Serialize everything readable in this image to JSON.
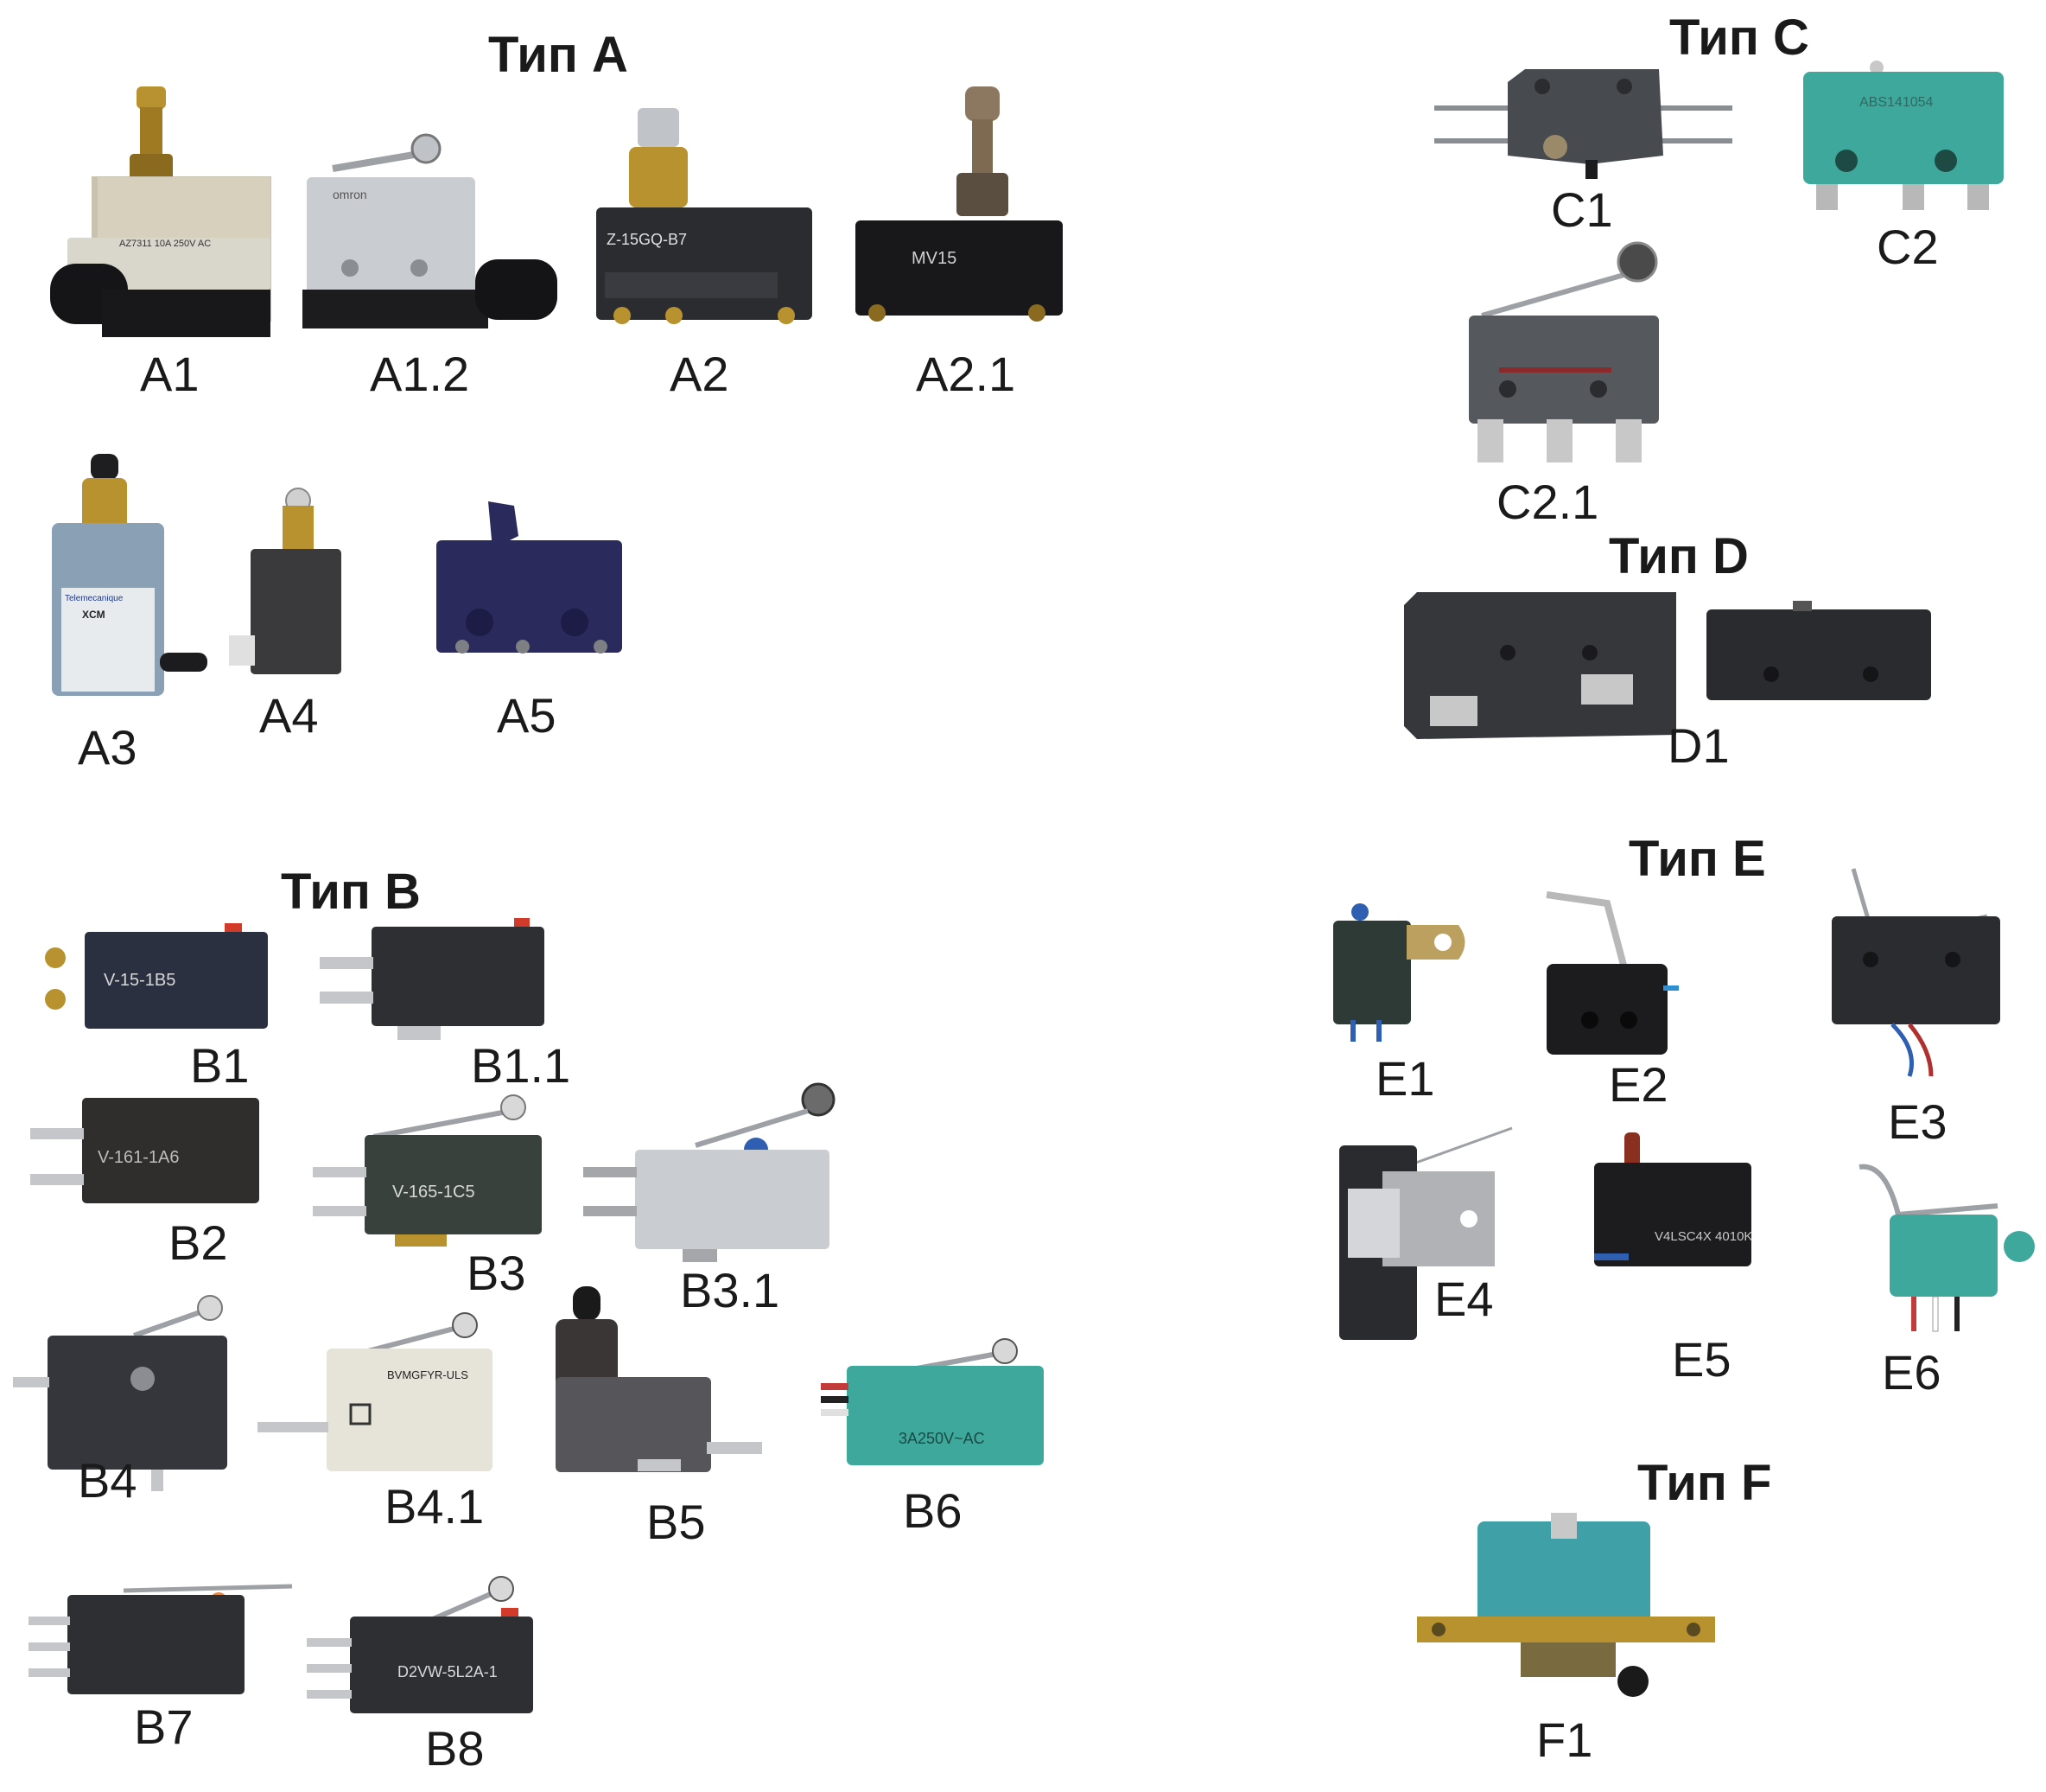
{
  "headings": {
    "type_a": "Тип A",
    "type_b": "Тип B",
    "type_c": "Тип C",
    "type_d": "Тип D",
    "type_e": "Тип E",
    "type_f": "Тип F"
  },
  "labels": {
    "a1": "A1",
    "a1_2": "A1.2",
    "a2": "A2",
    "a2_1": "A2.1",
    "a3": "A3",
    "a4": "A4",
    "a5": "A5",
    "b1": "B1",
    "b1_1": "B1.1",
    "b2": "B2",
    "b3": "B3",
    "b3_1": "B3.1",
    "b4": "B4",
    "b4_1": "B4.1",
    "b5": "B5",
    "b6": "B6",
    "b7": "B7",
    "b8": "B8",
    "c1": "C1",
    "c2": "C2",
    "c2_1": "C2.1",
    "d1": "D1",
    "e1": "E1",
    "e2": "E2",
    "e3": "E3",
    "e4": "E4",
    "e5": "E5",
    "e6": "E6",
    "f1": "F1"
  },
  "printed": {
    "a1": "AZ7311 10A 250V AC",
    "a1_2": "omron",
    "a2": "Z-15GQ-B7",
    "a2_1": "MV15",
    "a3_brand": "Telemecanique",
    "a3_model": "XCM",
    "b1": "V-15-1B5",
    "b2": "V-161-1A6",
    "b3": "V-165-1C5",
    "b4_1": "BVMGFYR-ULS",
    "b6": "3A250V~AC",
    "b8": "D2VW-5L2A-1",
    "c2": "ABS141054",
    "e5": "V4LSC4X 4010K"
  },
  "colors": {
    "dark_body": "#2b2c30",
    "black_body": "#18181a",
    "grey_body": "#55555a",
    "teal_body": "#3fa89c",
    "navy_body": "#2a2a5c",
    "beige_body": "#c8c2b0",
    "light_grey_body": "#c9ccd0",
    "cream_body": "#e6e4d8",
    "brass": "#b8922e",
    "metal": "#cfd1d4",
    "red_button": "#d23a2a",
    "blue_button": "#2f5fb0"
  }
}
